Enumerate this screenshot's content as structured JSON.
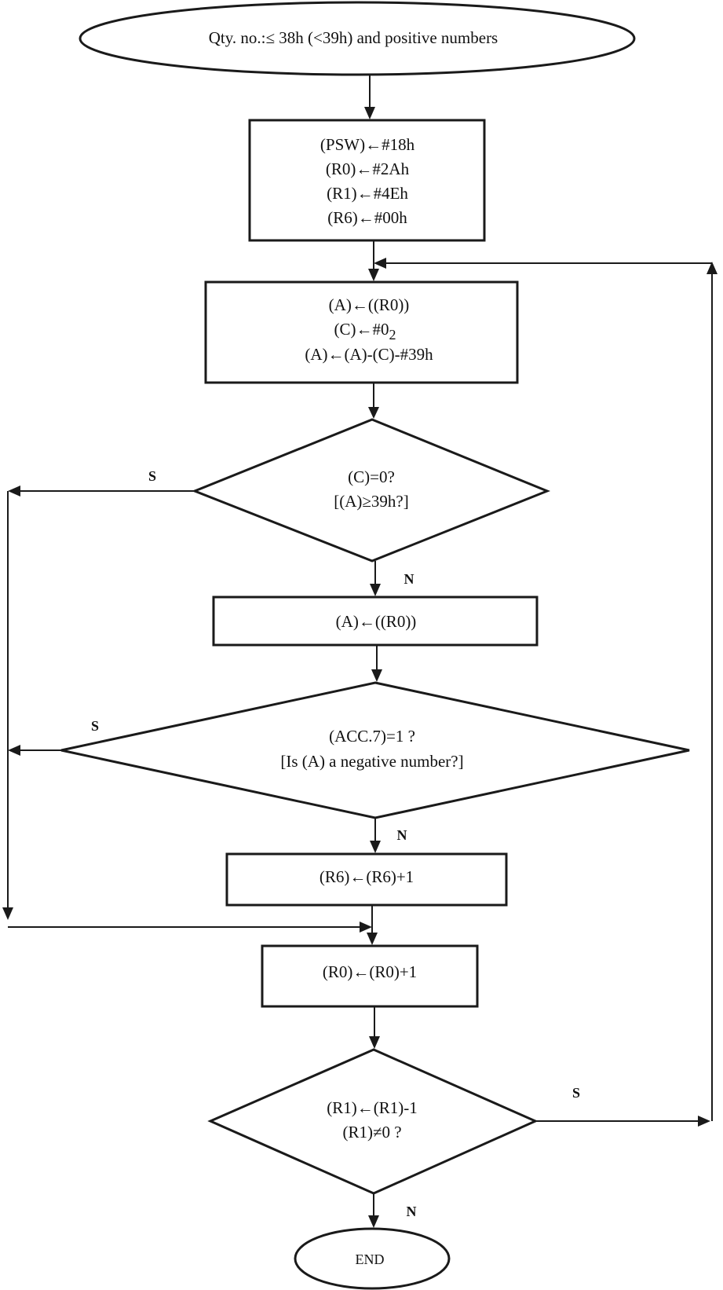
{
  "start": {
    "text": "Qty. no.:≤ 38h (<39h) and positive numbers"
  },
  "init": {
    "lines": [
      "(PSW)←#18h",
      "(R0)←#2Ah",
      "(R1)←#4Eh",
      "(R6)←#00h"
    ]
  },
  "load_sub": {
    "line1": "(A)←((R0))",
    "line2_main": "(C)←#0",
    "line2_sub": "2",
    "line3": "(A)←(A)-(C)-#39h"
  },
  "decision_carry": {
    "line1": "(C)=0?",
    "line2": "[(A)≥39h?]",
    "yes_label": "S",
    "no_label": "N"
  },
  "reload": {
    "text": "(A)←((R0))"
  },
  "decision_sign": {
    "line1": "(ACC.7)=1 ?",
    "line2": "[Is (A) a negative number?]",
    "yes_label": "S",
    "no_label": "N"
  },
  "increment_r6": {
    "text": "(R6)←(R6)+1"
  },
  "increment_r0": {
    "text": "(R0)←(R0)+1"
  },
  "decision_loop": {
    "line1": "(R1)←(R1)-1",
    "line2": "(R1)≠0 ?",
    "yes_label": "S",
    "no_label": "N"
  },
  "end": {
    "text": "END"
  }
}
